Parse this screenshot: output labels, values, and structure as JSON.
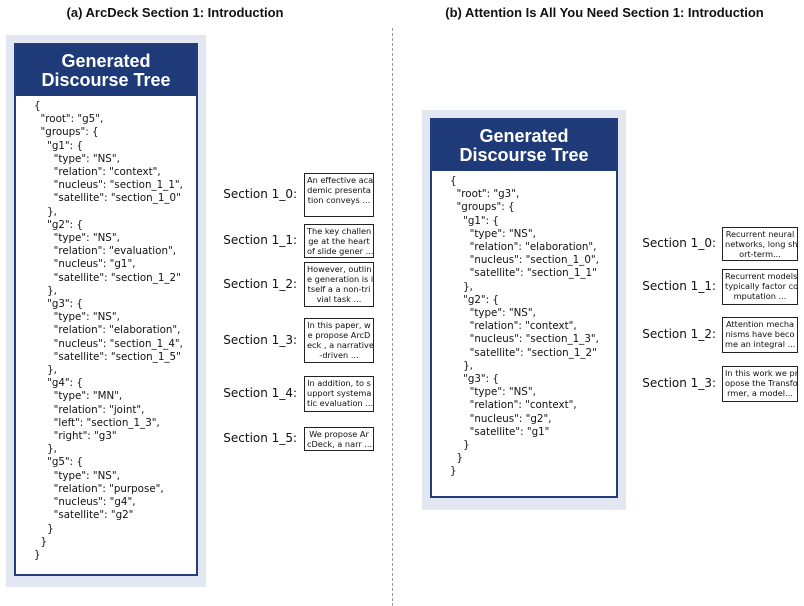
{
  "panel_a": {
    "title": "(a) ArcDeck Section 1: Introduction",
    "card_title_line1": "Generated",
    "card_title_line2": "Discourse Tree",
    "code": "{\n  \"root\": \"g5\",\n  \"groups\": {\n    \"g1\": {\n      \"type\": \"NS\",\n      \"relation\": \"context\",\n      \"nucleus\": \"section_1_1\",\n      \"satellite\": \"section_1_0\"\n    },\n    \"g2\": {\n      \"type\": \"NS\",\n      \"relation\": \"evaluation\",\n      \"nucleus\": \"g1\",\n      \"satellite\": \"section_1_2\"\n    },\n    \"g3\": {\n      \"type\": \"NS\",\n      \"relation\": \"elaboration\",\n      \"nucleus\": \"section_1_4\",\n      \"satellite\": \"section_1_5\"\n    },\n    \"g4\": {\n      \"type\": \"MN\",\n      \"relation\": \"joint\",\n      \"left\": \"section_1_3\",\n      \"right\": \"g3\"\n    },\n    \"g5\": {\n      \"type\": \"NS\",\n      \"relation\": \"purpose\",\n      \"nucleus\": \"g4\",\n      \"satellite\": \"g2\"\n    }\n  }\n}",
    "sections": [
      {
        "label": "Section 1_0:",
        "lines": [
          "An effective aca",
          "demic presenta",
          "tion conveys ..."
        ]
      },
      {
        "label": "Section 1_1:",
        "lines": [
          "The key challen",
          "ge at the heart",
          "of slide gener ..."
        ]
      },
      {
        "label": "Section 1_2:",
        "lines": [
          "However, outlin",
          "e generation is i",
          "tself a a non-tri",
          "vial task ..."
        ]
      },
      {
        "label": "Section 1_3:",
        "lines": [
          "In this paper, w",
          "e propose ArcD",
          "eck , a narrative",
          "-driven ..."
        ]
      },
      {
        "label": "Section 1_4:",
        "lines": [
          "In addition, to s",
          "upport systema",
          "tic evaluation ..."
        ]
      },
      {
        "label": "Section 1_5:",
        "lines": [
          "We propose Ar",
          "cDeck, a narr ..."
        ]
      }
    ]
  },
  "panel_b": {
    "title": "(b) Attention Is All You Need Section 1: Introduction",
    "card_title_line1": "Generated",
    "card_title_line2": "Discourse Tree",
    "code": "{\n  \"root\": \"g3\",\n  \"groups\": {\n    \"g1\": {\n      \"type\": \"NS\",\n      \"relation\": \"elaboration\",\n      \"nucleus\": \"section_1_0\",\n      \"satellite\": \"section_1_1\"\n    },\n    \"g2\": {\n      \"type\": \"NS\",\n      \"relation\": \"context\",\n      \"nucleus\": \"section_1_3\",\n      \"satellite\": \"section_1_2\"\n    },\n    \"g3\": {\n      \"type\": \"NS\",\n      \"relation\": \"context\",\n      \"nucleus\": \"g2\",\n      \"satellite\": \"g1\"\n    }\n  }\n}",
    "sections": [
      {
        "label": "Section 1_0:",
        "lines": [
          "Recurrent neural",
          "networks, long sh",
          "ort-term..."
        ]
      },
      {
        "label": "Section 1_1:",
        "lines": [
          "Recurrent models",
          "typically factor co",
          "mputation ..."
        ]
      },
      {
        "label": "Section 1_2:",
        "lines": [
          "Attention mecha",
          "nisms have beco",
          "me an integral ..."
        ]
      },
      {
        "label": "Section 1_3:",
        "lines": [
          "In this work we pr",
          "opose the Transfo",
          "rmer, a model..."
        ]
      }
    ]
  }
}
